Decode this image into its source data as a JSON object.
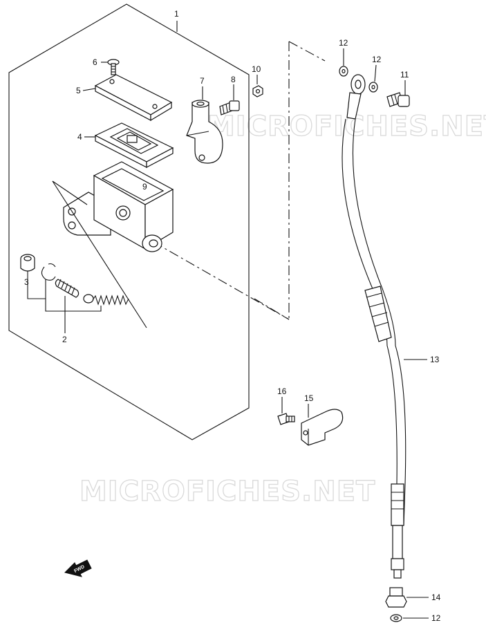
{
  "diagram": {
    "watermark": "MICROFICHES.NET",
    "fwd_label": "FWD",
    "callouts": {
      "p1": "1",
      "p2": "2",
      "p3": "3",
      "p4": "4",
      "p5": "5",
      "p6": "6",
      "p7": "7",
      "p8": "8",
      "p9": "9",
      "p10": "10",
      "p11": "11",
      "p12a": "12",
      "p12b": "12",
      "p12c": "12",
      "p13": "13",
      "p14": "14",
      "p15": "15",
      "p16": "16"
    }
  }
}
